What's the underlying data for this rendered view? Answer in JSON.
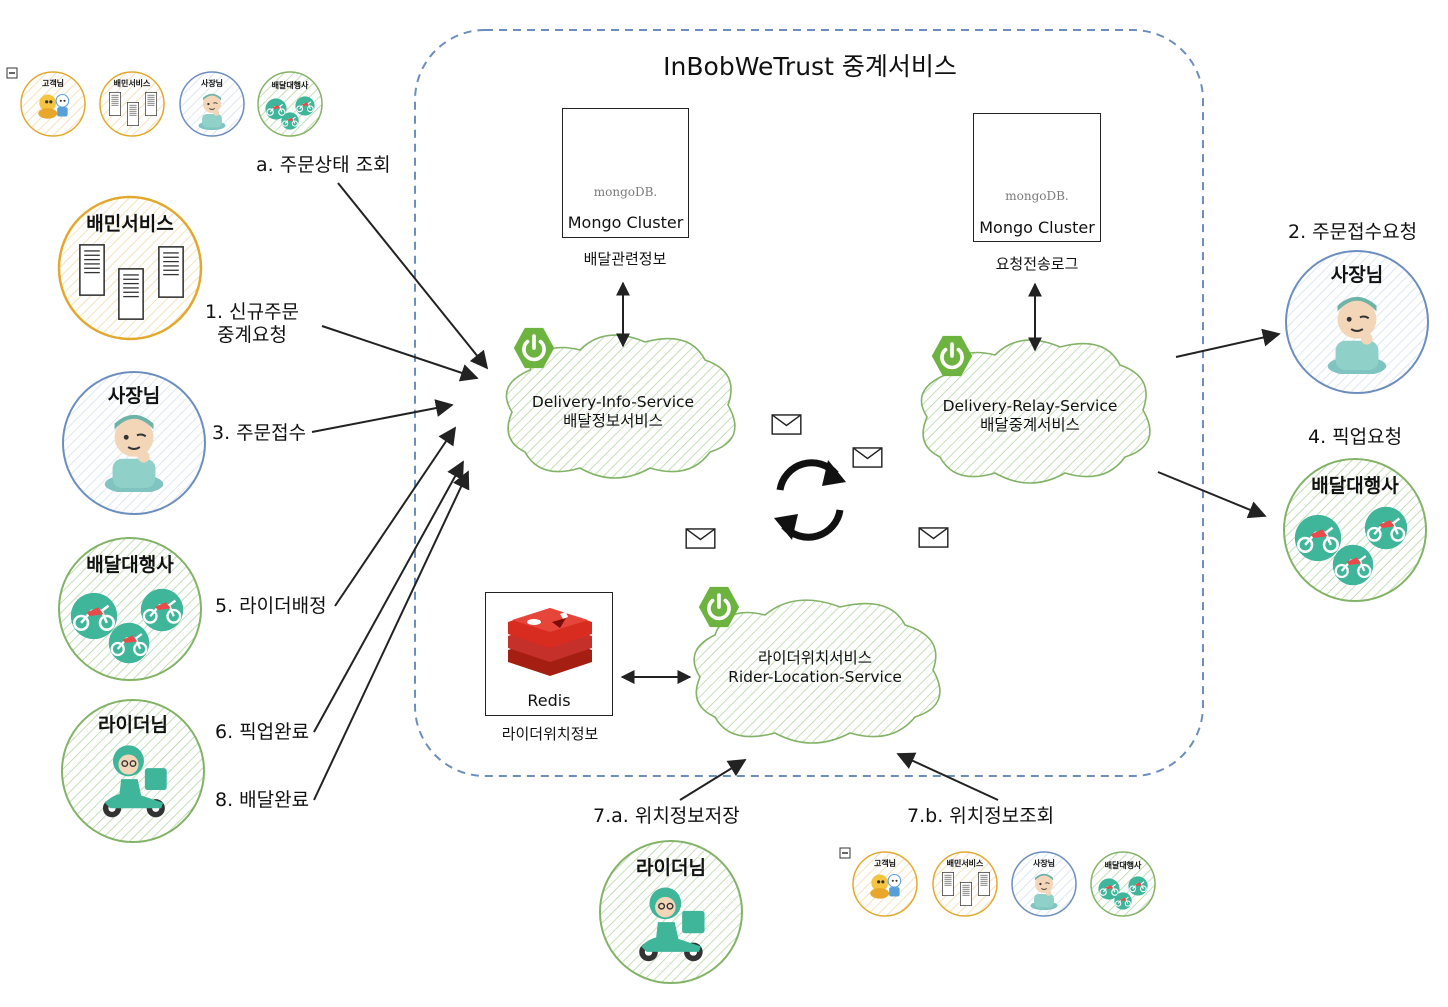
{
  "title": "InBobWeTrust 중계서비스",
  "steps": {
    "a": "a. 주문상태 조회",
    "s1_line1": "1. 신규주문",
    "s1_line2": "중계요청",
    "s3": "3. 주문접수",
    "s5": "5. 라이더배정",
    "s6": "6. 픽업완료",
    "s8": "8. 배달완료",
    "s2": "2. 주문접수요청",
    "s4": "4. 픽업요청",
    "s7a": "7.a. 위치정보저장",
    "s7b": "7.b. 위치정보조회"
  },
  "stores": {
    "mongo1": {
      "product": "Mongo Cluster",
      "logo_text": "mongoDB.",
      "caption": "배달관련정보"
    },
    "mongo2": {
      "product": "Mongo Cluster",
      "logo_text": "mongoDB.",
      "caption": "요청전송로그"
    },
    "redis": {
      "product": "Redis",
      "caption": "라이더위치정보"
    }
  },
  "services": {
    "info": {
      "line1": "Delivery-Info-Service",
      "line2": "배달정보서비스"
    },
    "relay": {
      "line1": "Delivery-Relay-Service",
      "line2": "배달중계서비스"
    },
    "rider": {
      "line1": "라이더위치서비스",
      "line2": "Rider-Location-Service"
    }
  },
  "actors": {
    "baemin": "배민서비스",
    "owner": "사장님",
    "agency": "배달대행사",
    "rider": "라이더님"
  },
  "legend": {
    "customer": "고객님",
    "baemin": "배민서비스",
    "owner": "사장님",
    "agency": "배달대행사"
  },
  "colors": {
    "boundary": "#6c8ebf",
    "spring": "#6db33f",
    "mongo_leaf": "#4fa845",
    "redis": "#c6302b",
    "baemin_ring": "#e3a92f",
    "owner_ring": "#6c8ebf",
    "agency_ring": "#82b366",
    "teal": "#3fb59a"
  }
}
